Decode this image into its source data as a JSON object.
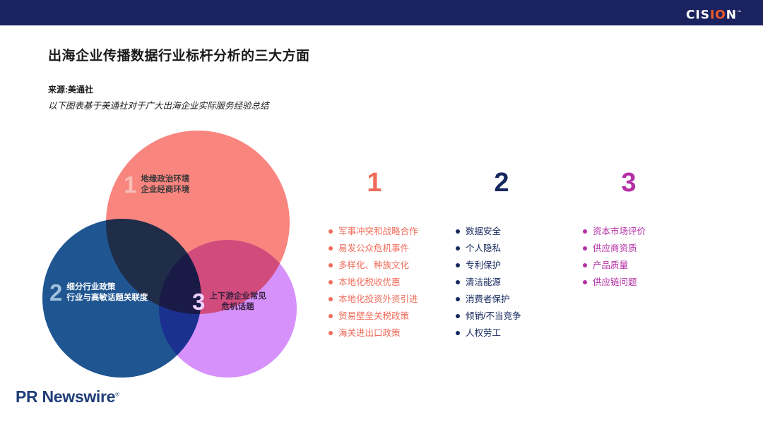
{
  "header": {
    "brand_primary": "CIS",
    "brand_accent": "IO",
    "brand_tail": "N",
    "brand_full": "CISION",
    "bar_color": "#1b2260",
    "accent_color": "#f05a28"
  },
  "title": "出海企业传播数据行业标杆分析的三大方面",
  "source": "来源:美通社",
  "subtitle": "以下图表基于美通社对于广大出海企业实际服务经验总结",
  "venn": {
    "circles": [
      {
        "number": "1",
        "lines": [
          "地缘政治环境",
          "企业经商环境"
        ],
        "color": "#f9857f"
      },
      {
        "number": "2",
        "lines": [
          "细分行业政策",
          "行业与高敏话题关联度"
        ],
        "color": "#1f5591"
      },
      {
        "number": "3",
        "lines": [
          "上下游企业常见",
          "危机话题"
        ],
        "color": "#d691fb"
      }
    ]
  },
  "columns": [
    {
      "number": "1",
      "color": "#ef6c5a",
      "items": [
        "军事冲突和战略合作",
        "易发公众危机事件",
        "多样化、种族文化",
        "本地化税收优惠",
        "本地化投资外资引进",
        "贸易壁垒关税政策",
        "海关进出口政策"
      ]
    },
    {
      "number": "2",
      "color": "#16285e",
      "items": [
        "数据安全",
        "个人隐私",
        "专利保护",
        "清洁能源",
        "消费者保护",
        "倾销/不当竞争",
        "人权劳工"
      ]
    },
    {
      "number": "3",
      "color": "#b42fa6",
      "items": [
        "资本市场评价",
        "供应商资质",
        "产品质量",
        "供应链问题"
      ]
    }
  ],
  "footer": {
    "logo_text": "PR Newswire",
    "registered_mark": "®"
  }
}
